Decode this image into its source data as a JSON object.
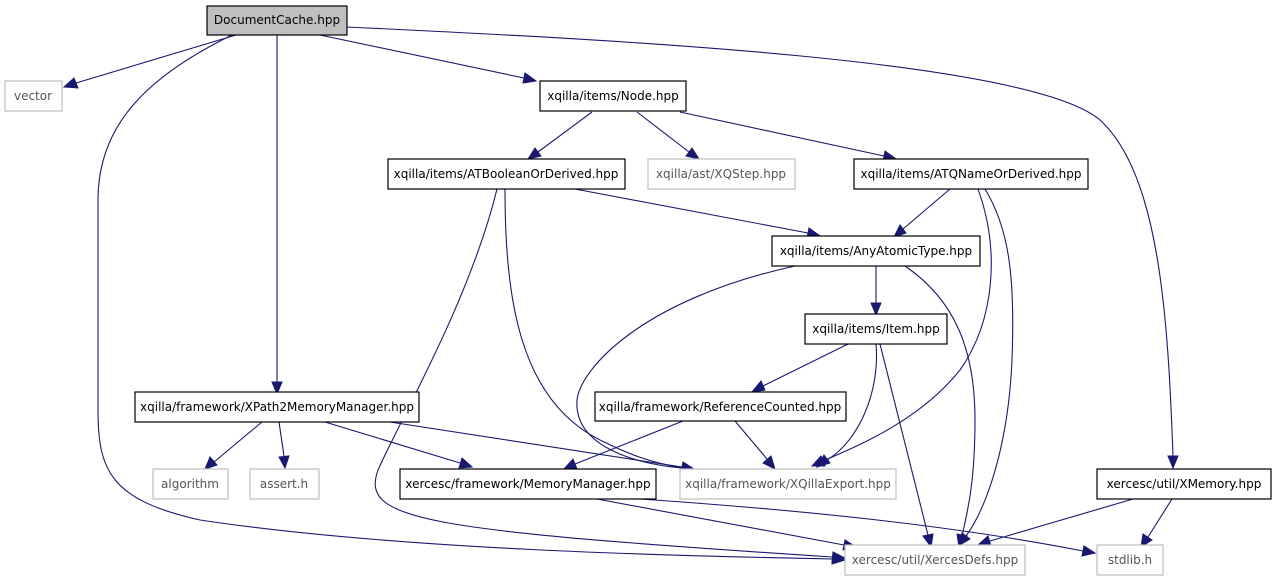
{
  "colors": {
    "edge": "#191970",
    "root_fill": "#bfbfbf",
    "node_border": "#000000",
    "external_border": "#bfbfbf"
  },
  "nodes": {
    "documentcache": "DocumentCache.hpp",
    "vector": "vector",
    "node": "xqilla/items/Node.hpp",
    "xmemory": "xercesc/util/XMemory.hpp",
    "atboolean": "xqilla/items/ATBooleanOrDerived.hpp",
    "xqstep": "xqilla/ast/XQStep.hpp",
    "atqname": "xqilla/items/ATQNameOrDerived.hpp",
    "anyatomic": "xqilla/items/AnyAtomicType.hpp",
    "item": "xqilla/items/Item.hpp",
    "xpath2mm": "xqilla/framework/XPath2MemoryManager.hpp",
    "refcounted": "xqilla/framework/ReferenceCounted.hpp",
    "algorithm": "algorithm",
    "asserth": "assert.h",
    "memmgr": "xercesc/framework/MemoryManager.hpp",
    "xqillaexport": "xqilla/framework/XQillaExport.hpp",
    "xercesdefs": "xercesc/util/XercesDefs.hpp",
    "stdlib": "stdlib.h"
  }
}
